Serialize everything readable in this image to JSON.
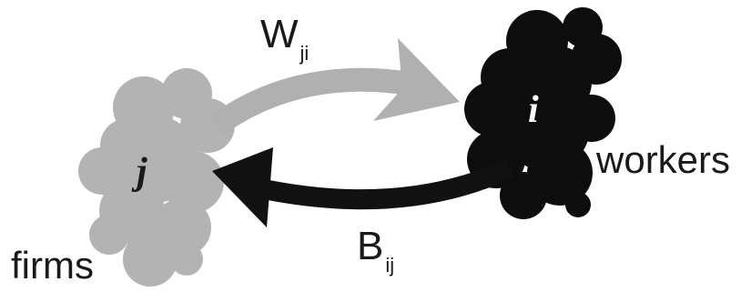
{
  "colors": {
    "firms_cluster": "#b3b3b3",
    "workers_cluster": "#0d0d0d",
    "arrow_w": "#b0b0b0",
    "arrow_b": "#111111",
    "text": "#1a1a1a",
    "node_label_on_dark": "#ffffff"
  },
  "nodes": {
    "firms": {
      "symbol": "j",
      "caption": "firms"
    },
    "workers": {
      "symbol": "i",
      "caption": "workers"
    }
  },
  "edges": {
    "w": {
      "main": "W",
      "sub": "ji"
    },
    "b": {
      "main": "B",
      "sub": "ij"
    }
  }
}
